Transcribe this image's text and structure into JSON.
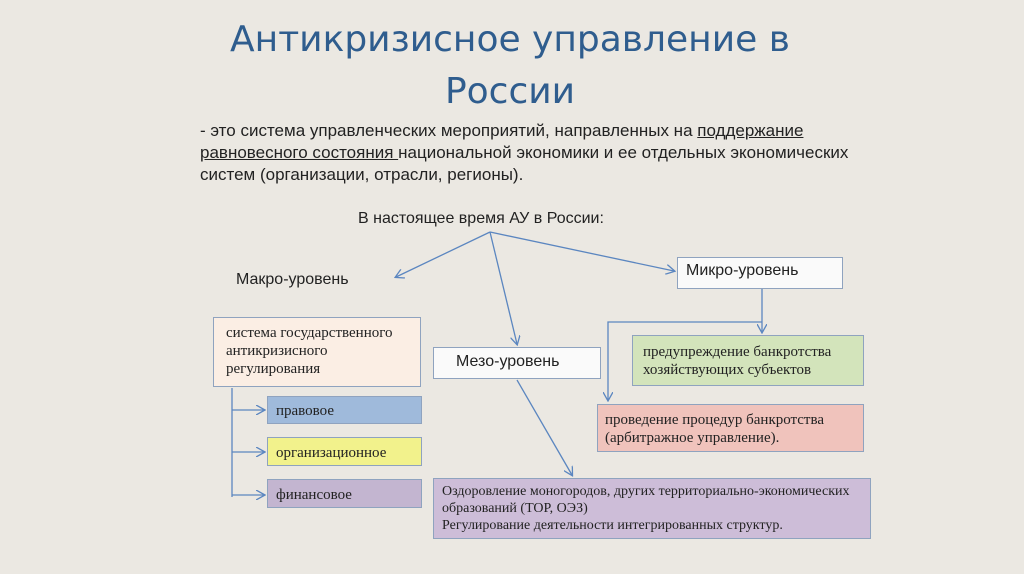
{
  "title": "Антикризисное управление в России",
  "definition": {
    "prefix": "- это система управленческих мероприятий, направленных на ",
    "underlined_1": "поддержание",
    "underlined_2": "равновесного состояния ",
    "suffix": "национальной экономики и  ее отдельных экономических систем  (организации, отрасли, регионы)."
  },
  "root": "В настоящее время АУ в России:",
  "macro": {
    "label": "Макро-уровень",
    "system": "система государственного антикризисного регулирования",
    "items": [
      "правовое",
      "организационное",
      "финансовое"
    ]
  },
  "meso": {
    "label": "Мезо-уровень",
    "detail_line1": "Оздоровление моногородов, других территориально-экономических образований (ТОР, ОЭЗ)",
    "detail_line2": "Регулирование деятельности интегрированных структур."
  },
  "micro": {
    "label": "Микро-уровень",
    "item1": "предупреждение банкротства хозяйствующих субъектов",
    "item2": "проведение процедур банкротства (арбитражное управление)."
  },
  "colors": {
    "title": "#2f5d8e",
    "arrow": "#5b86c0",
    "pravovoe": "#9fbadb",
    "org": "#f2f28c",
    "fin": "#c3b5d0",
    "system": "#fbeee4",
    "warn": "#d3e4bb",
    "proc": "#f0c3bc",
    "meso_detail": "#cdbdd8"
  }
}
